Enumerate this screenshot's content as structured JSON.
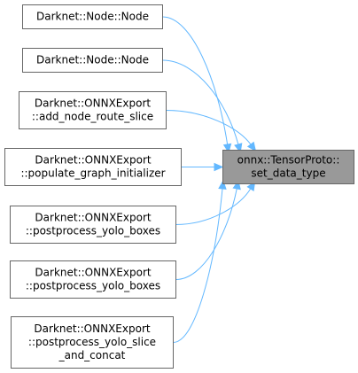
{
  "diagram": {
    "target": {
      "id": "target",
      "lines": [
        "onnx::TensorProto::",
        "set_data_type"
      ]
    },
    "callers": [
      {
        "id": "n1",
        "lines": [
          "Darknet::Node::Node"
        ]
      },
      {
        "id": "n2",
        "lines": [
          "Darknet::Node::Node"
        ]
      },
      {
        "id": "n3",
        "lines": [
          "Darknet::ONNXExport",
          "::add_node_route_slice"
        ]
      },
      {
        "id": "n4",
        "lines": [
          "Darknet::ONNXExport",
          "::populate_graph_initializer"
        ]
      },
      {
        "id": "n5",
        "lines": [
          "Darknet::ONNXExport",
          "::postprocess_yolo_boxes"
        ]
      },
      {
        "id": "n6",
        "lines": [
          "Darknet::ONNXExport",
          "::postprocess_yolo_boxes"
        ]
      },
      {
        "id": "n7",
        "lines": [
          "Darknet::ONNXExport",
          "::postprocess_yolo_slice",
          "_and_concat"
        ]
      }
    ],
    "colors": {
      "edge": "#63b8ff",
      "target_fill": "#999999",
      "node_border": "#666666"
    }
  }
}
